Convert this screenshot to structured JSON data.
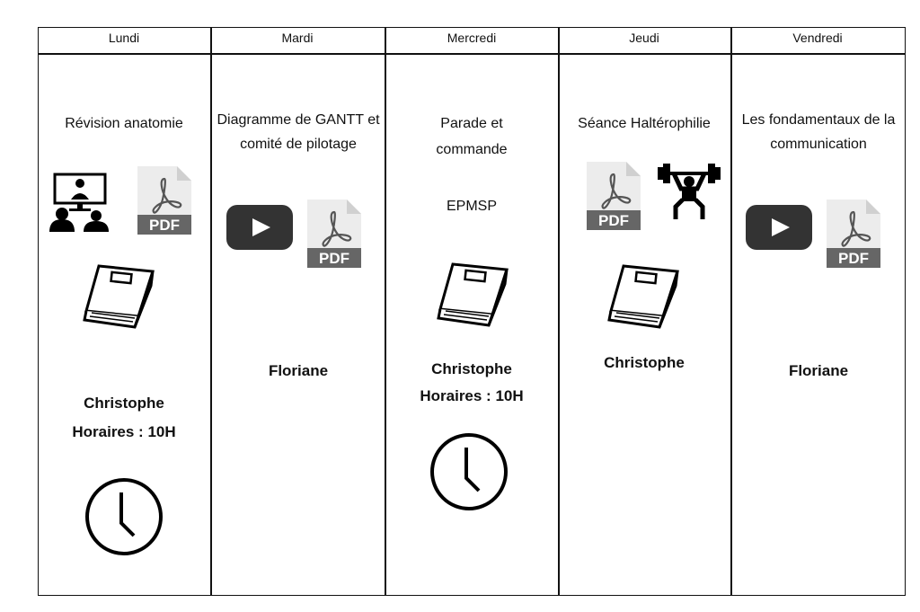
{
  "days": [
    {
      "name": "Lundi",
      "title": "Révision anatomie",
      "person": "Christophe",
      "hours": "Horaires : 10H",
      "icons": [
        "videoconference-icon",
        "pdf-icon",
        "book-icon",
        "clock-icon"
      ]
    },
    {
      "name": "Mardi",
      "title": "Diagramme de GANTT et comité de pilotage",
      "person": "Floriane",
      "icons": [
        "youtube-icon",
        "pdf-icon"
      ]
    },
    {
      "name": "Mercredi",
      "title": "Parade et commande",
      "subtitle": "EPMSP",
      "person": "Christophe",
      "hours": "Horaires : 10H",
      "icons": [
        "book-icon",
        "clock-icon"
      ]
    },
    {
      "name": "Jeudi",
      "title": "Séance Haltérophilie",
      "person": "Christophe",
      "icons": [
        "pdf-icon",
        "weightlifting-icon",
        "book-icon"
      ]
    },
    {
      "name": "Vendredi",
      "title": "Les fondamentaux de la communication",
      "person": "Floriane",
      "icons": [
        "youtube-icon",
        "pdf-icon"
      ]
    }
  ],
  "pdf_label": "PDF"
}
